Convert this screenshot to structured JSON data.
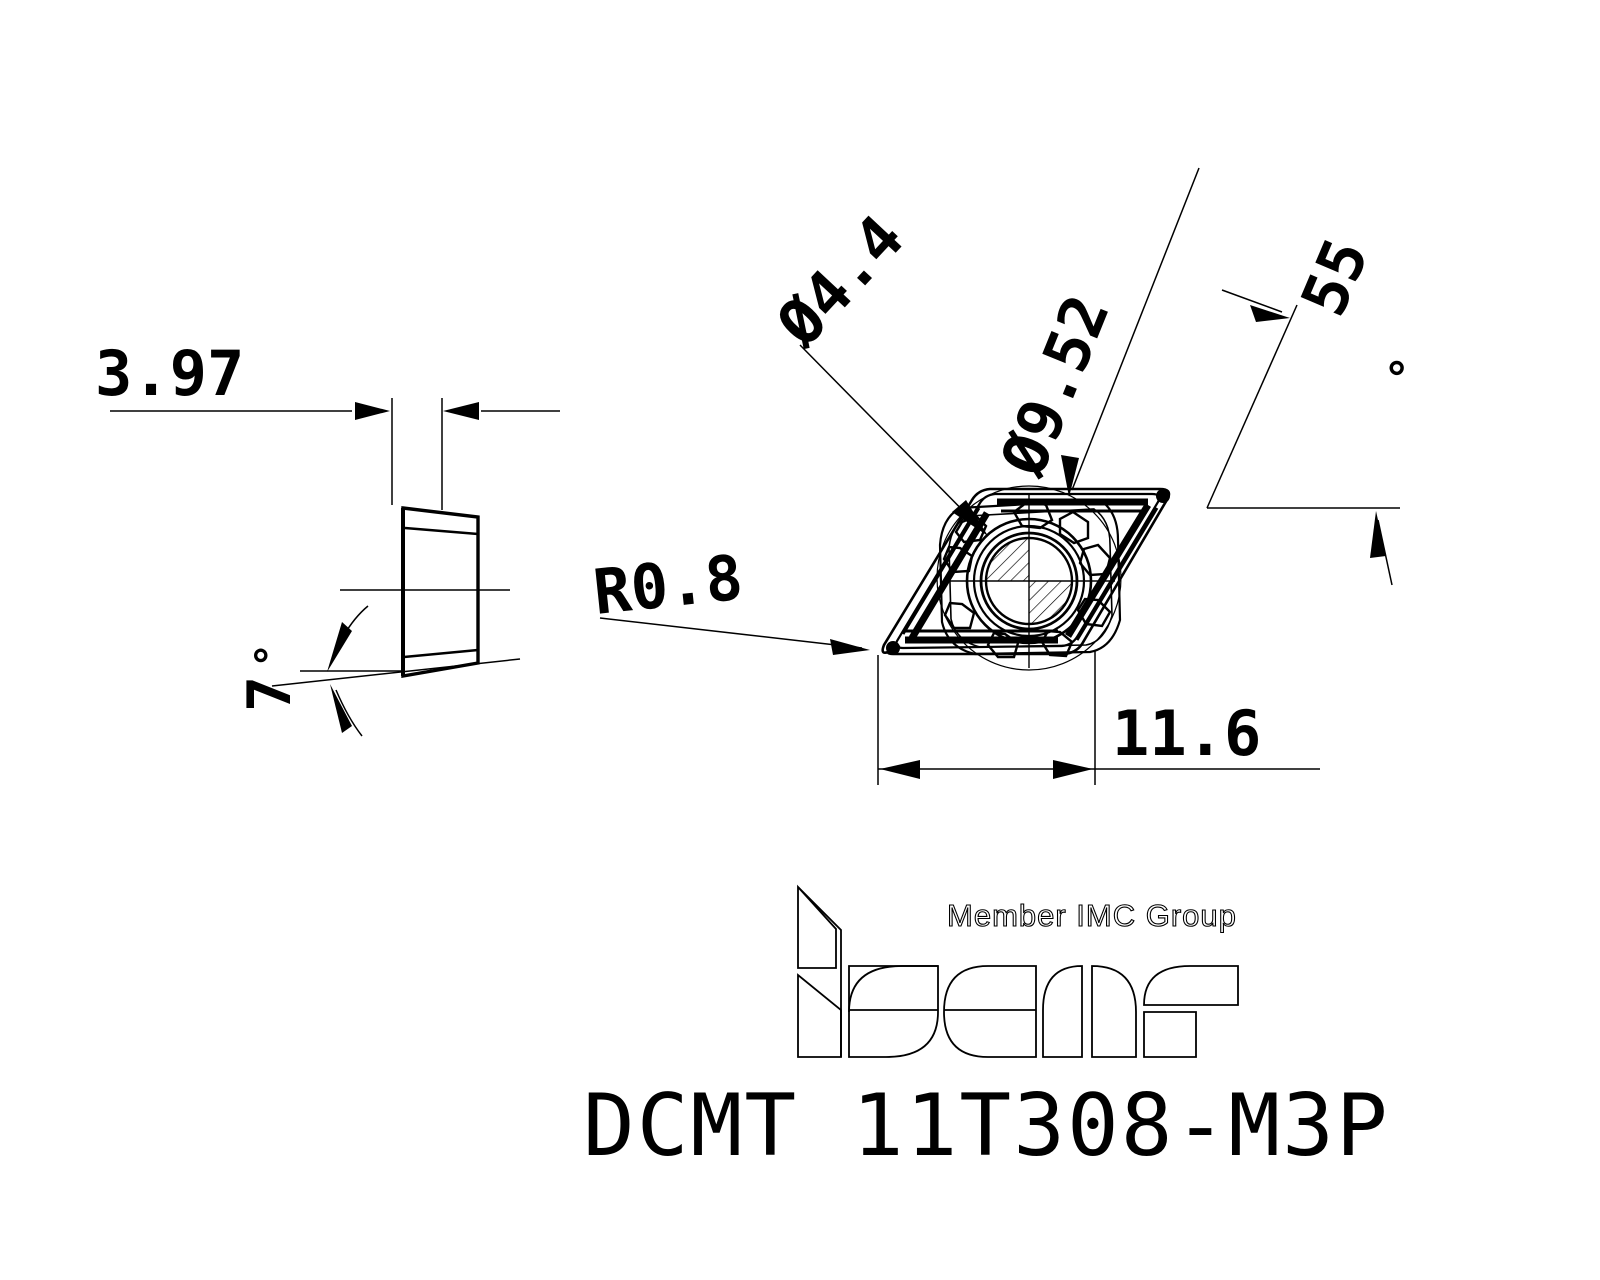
{
  "drawing": {
    "title": "DCMT 11T308-M3P",
    "type": "technical-drawing",
    "subject": "Indexable turning insert, rhombic 55 degree",
    "line_color": "#000000",
    "background_color": "#ffffff"
  },
  "dimensions": {
    "thickness": "3.97",
    "clearance_angle": "7",
    "degree_symbol": "°",
    "corner_radius": "R0.8",
    "hole_diameter": "Ø4.4",
    "inscribed_circle": "Ø9.52",
    "included_angle": "55",
    "length": "11.6"
  },
  "labels": {
    "thickness_label": "3.97",
    "angle7_label": "7",
    "angle7_deg": "°",
    "radius_label": "R0.8",
    "hole_label": "Ø4.4",
    "ic_label": "Ø9.52",
    "angle55_label": "55",
    "angle55_deg": "°",
    "length_label": "11.6"
  },
  "branding": {
    "company": "iscar",
    "tagline": "Member IMC Group"
  },
  "part_number": {
    "prefix": "DCMT",
    "code": "11T308-M3P",
    "full": "DCMT  11T308-M3P"
  },
  "views": {
    "side_view": {
      "name": "side-view",
      "shows": [
        "3.97",
        "7°"
      ]
    },
    "top_view": {
      "name": "top-view",
      "shows": [
        "Ø4.4",
        "Ø9.52",
        "R0.8",
        "55°",
        "11.6"
      ]
    }
  }
}
